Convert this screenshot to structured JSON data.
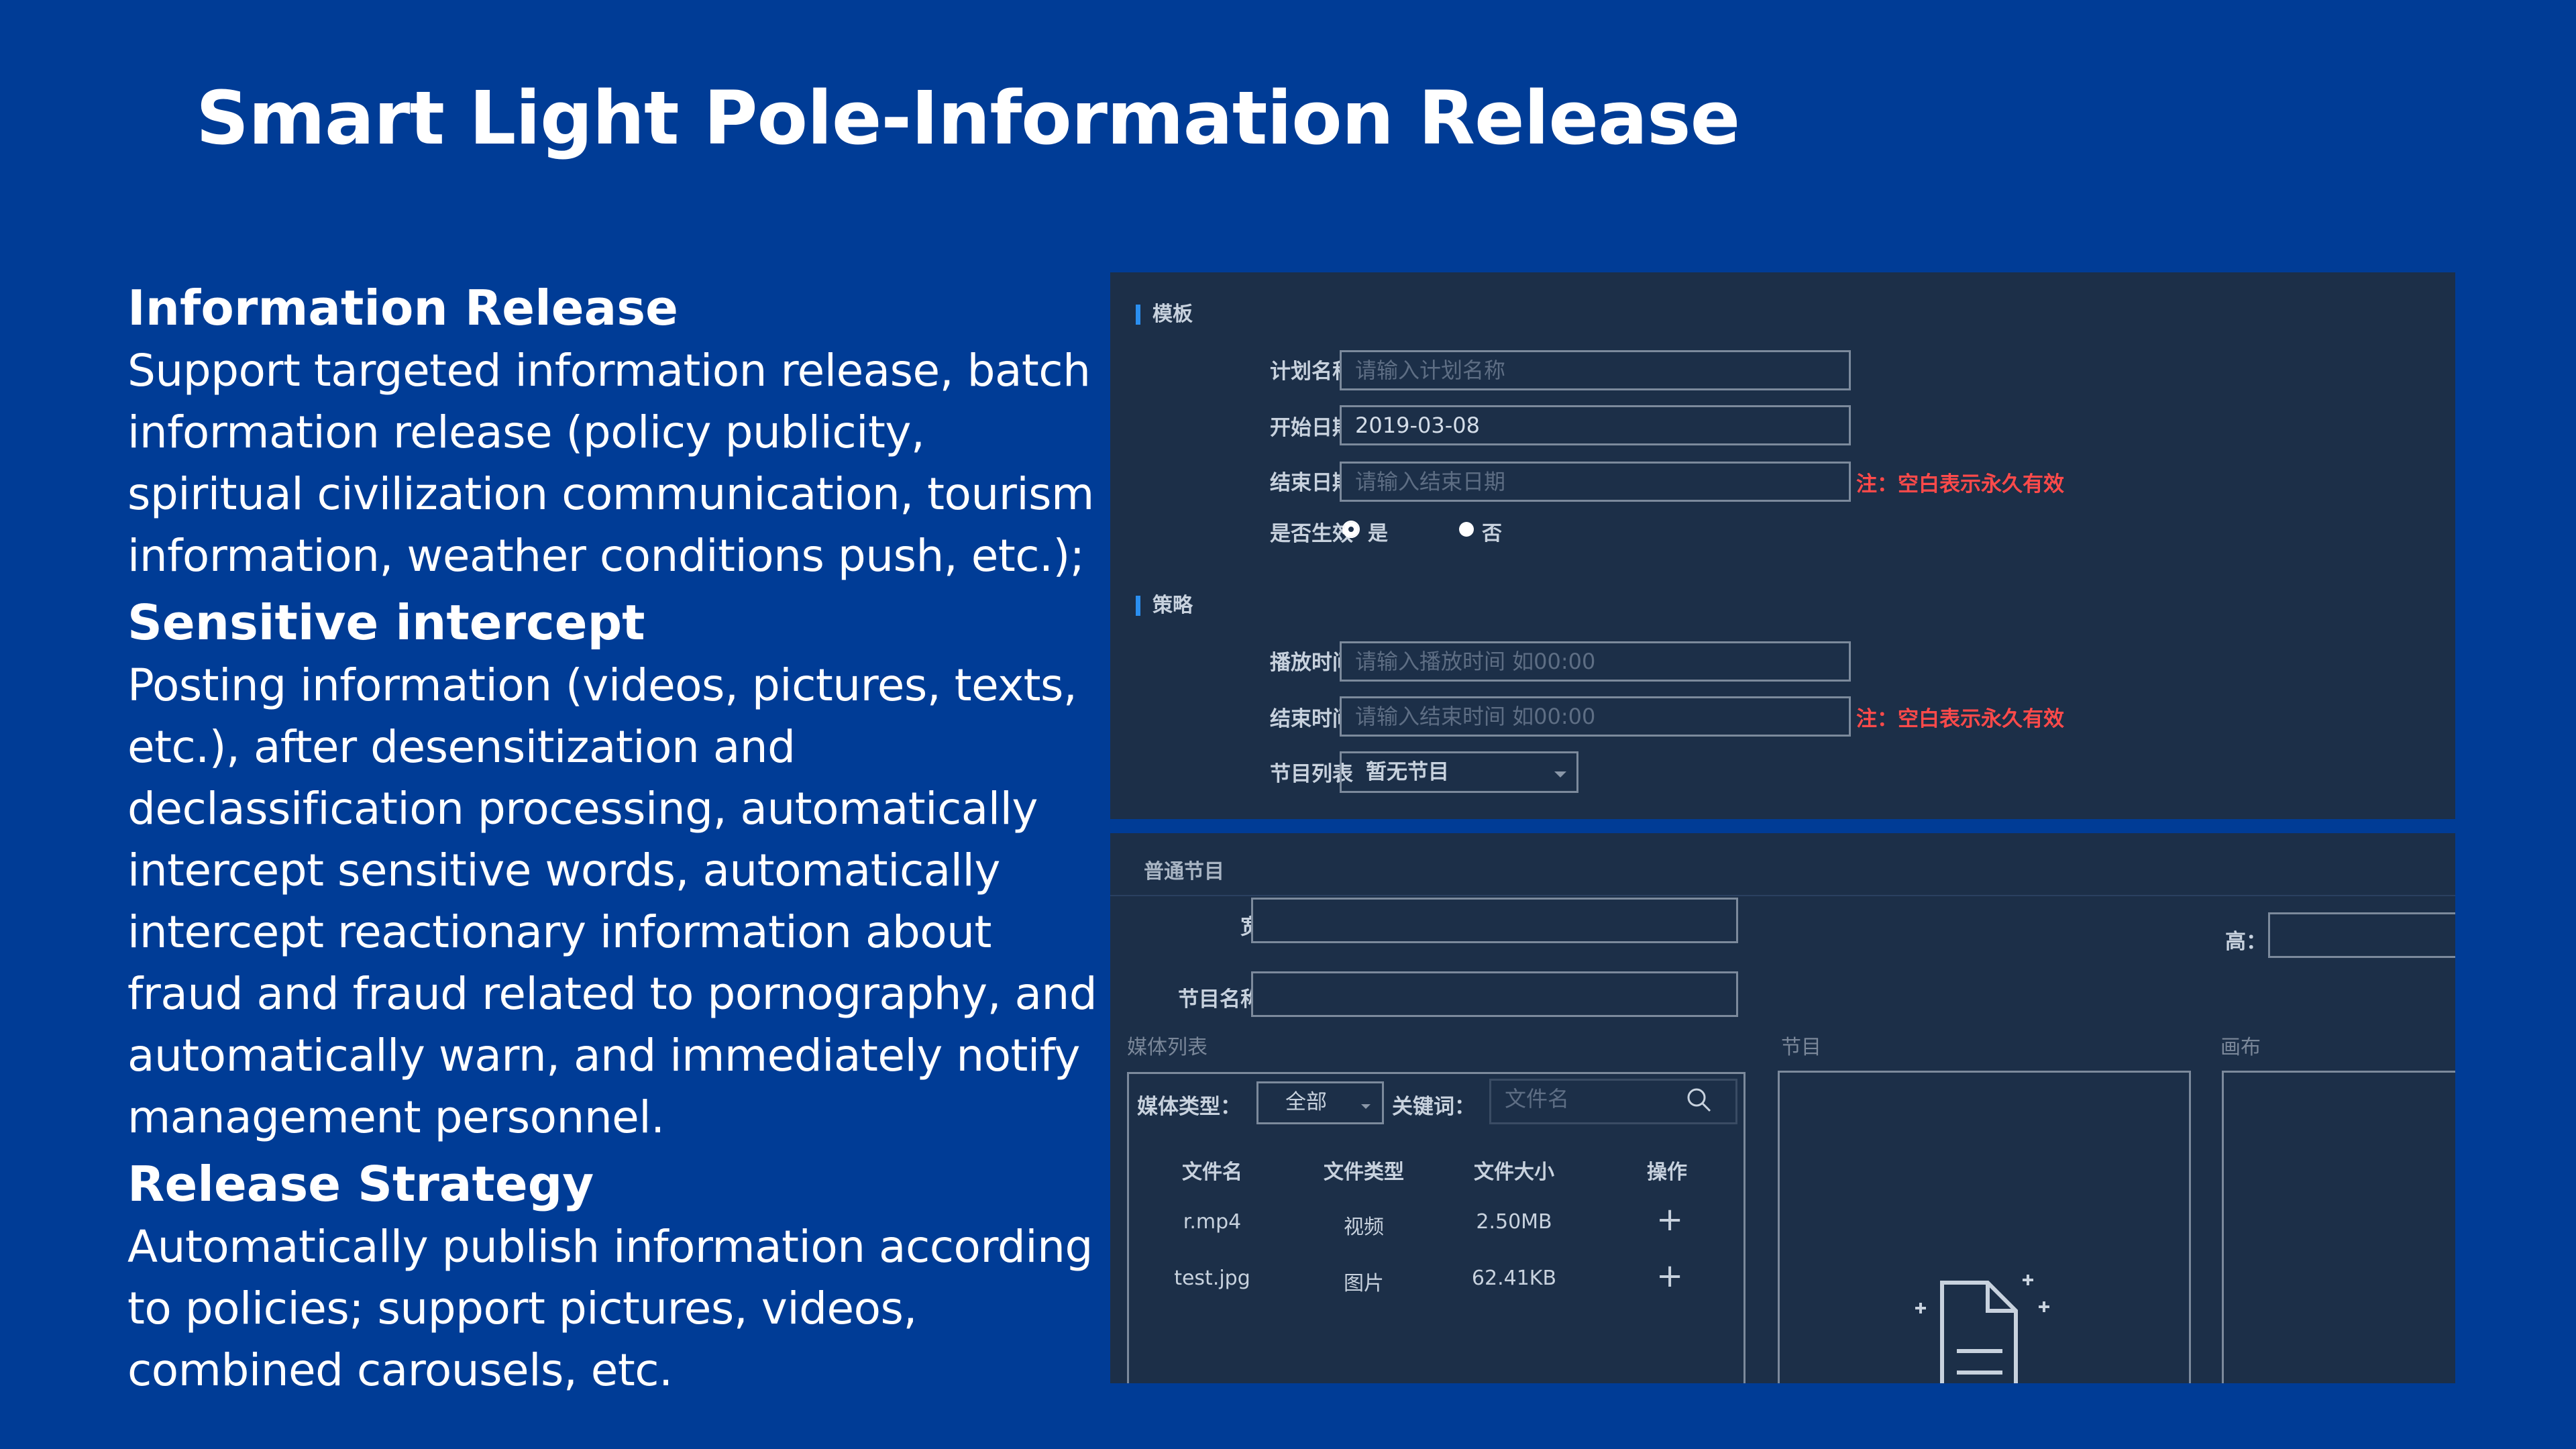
{
  "title": "Smart Light Pole-Information Release",
  "sections": [
    {
      "heading": "Information Release",
      "body": "Support targeted information release, batch information release (policy publicity, spiritual civilization communication, tourism information, weather conditions push, etc.);"
    },
    {
      "heading": "Sensitive intercept",
      "body": "Posting information (videos, pictures, texts, etc.), after desensitization and declassification processing, automatically intercept sensitive words, automatically intercept reactionary information about fraud and fraud related to pornography, and automatically warn, and immediately notify management personnel."
    },
    {
      "heading": "Release Strategy",
      "body": "Automatically publish information according to policies; support pictures, videos, combined carousels, etc."
    }
  ],
  "panel1": {
    "template_title": "模板",
    "plan_name_label": "计划名称",
    "plan_name_placeholder": "请输入计划名称",
    "start_date_label": "开始日期",
    "start_date_value": "2019-03-08",
    "end_date_label": "结束日期",
    "end_date_placeholder": "请输入结束日期",
    "note": "注：空白表示永久有效",
    "effective_label": "是否生效",
    "radio_yes": "是",
    "radio_no": "否",
    "strategy_title": "策略",
    "play_time_label": "播放时间",
    "play_time_placeholder": "请输入播放时间 如00:00",
    "end_time_label": "结束时间",
    "end_time_placeholder": "请输入结束时间 如00:00",
    "program_list_label": "节目列表",
    "program_list_value": "暂无节目"
  },
  "panel2": {
    "header": "普通节目",
    "width_label": "宽：",
    "height_label": "高：",
    "program_name_label": "节目名称：",
    "media_list_label": "媒体列表",
    "program_label": "节目",
    "canvas_label": "画布",
    "media_type_label": "媒体类型：",
    "media_type_value": "全部",
    "keyword_label": "关键词：",
    "keyword_placeholder": "文件名",
    "columns": [
      "文件名",
      "文件类型",
      "文件大小",
      "操作"
    ],
    "rows": [
      {
        "name": "r.mp4",
        "type": "视频",
        "size": "2.50MB",
        "action": "+"
      },
      {
        "name": "test.jpg",
        "type": "图片",
        "size": "62.41KB",
        "action": "+"
      }
    ]
  }
}
